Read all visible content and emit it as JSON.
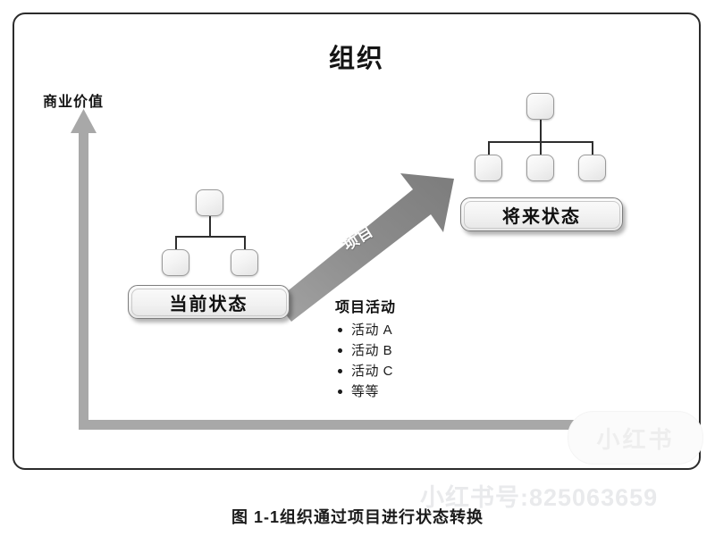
{
  "figure": {
    "title": "组织",
    "caption": "图 1-1组织通过项目进行状态转换"
  },
  "axis": {
    "y_label": "商业价值",
    "axis_color": "#a8a8a8"
  },
  "current_state": {
    "label": "当前状态",
    "org_nodes": 3
  },
  "future_state": {
    "label": "将来状态",
    "org_nodes": 4
  },
  "arrow": {
    "label": "项目",
    "color": "#8c8c8c"
  },
  "activities": {
    "title": "项目活动",
    "items": [
      "活动 A",
      "活动 B",
      "活动 C",
      "等等"
    ]
  },
  "watermark": {
    "account_text": "小红书号:825063659",
    "logo_text": "小红书"
  },
  "colors": {
    "frame_border": "#2b2b2b",
    "box_border": "#7d7d7d",
    "node_border": "#9a9a9a",
    "text": "#141414"
  }
}
